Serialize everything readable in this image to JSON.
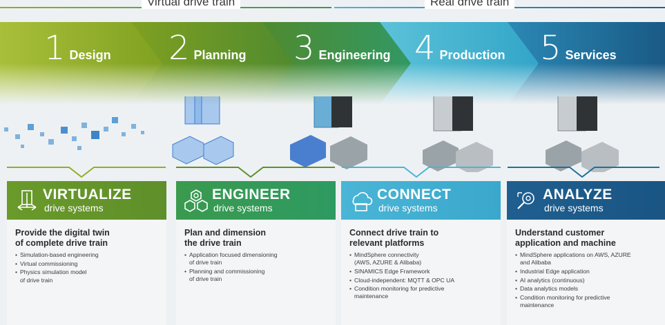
{
  "top": {
    "left_label": "Virtual drive train",
    "right_label": "Real drive train"
  },
  "colors": {
    "design": "#87a51a",
    "planning": "#5f8f2a",
    "engineering": "#3b9460",
    "production": "#35acc7",
    "services": "#1f6f9c",
    "virtualize": "#5f8f2a",
    "engineer": "#3a9a4e",
    "connect": "#4ab5d6",
    "analyze": "#1f5f8f"
  },
  "stages": [
    {
      "number": "1",
      "label": "Design"
    },
    {
      "number": "2",
      "label": "Planning"
    },
    {
      "number": "3",
      "label": "Engineering"
    },
    {
      "number": "4",
      "label": "Production"
    },
    {
      "number": "5",
      "label": "Services"
    }
  ],
  "panels": [
    {
      "icon": "virtualize-icon",
      "title": "VIRTUALIZE",
      "subtitle": "drive systems",
      "heading": [
        "Provide the digital twin",
        "of complete drive train"
      ],
      "bullets": [
        [
          "Simulation-based engineering"
        ],
        [
          "Virtual commissioning"
        ],
        [
          "Physics simulation model",
          "of drive train"
        ]
      ]
    },
    {
      "icon": "engineer-icon",
      "title": "ENGINEER",
      "subtitle": "drive systems",
      "heading": [
        "Plan and dimension",
        "the drive train"
      ],
      "bullets": [
        [
          "Application focused dimensioning",
          "of drive train"
        ],
        [
          "Planning and commissioning",
          "of drive train"
        ]
      ]
    },
    {
      "icon": "cloud-icon",
      "title": "CONNECT",
      "subtitle": "drive systems",
      "heading": [
        "Connect drive train to",
        "relevant platforms"
      ],
      "bullets": [
        [
          "MindSphere connectivity",
          "(AWS, AZURE & Alibaba)"
        ],
        [
          "SINAMICS Edge Framework"
        ],
        [
          "Cloud-independent: MQTT & OPC UA"
        ],
        [
          "Condition monitoring for predictive",
          "maintenance"
        ]
      ]
    },
    {
      "icon": "analyze-icon",
      "title": "ANALYZE",
      "subtitle": "drive systems",
      "heading": [
        "Understand customer",
        "application and machine"
      ],
      "bullets": [
        [
          "MindSphere applications on AWS, AZURE",
          "and Alibaba"
        ],
        [
          "Industrial Edge application"
        ],
        [
          "AI analytics (continuous)"
        ],
        [
          "Data analytics models"
        ],
        [
          "Condition monitoring for predictive",
          "maintenance"
        ]
      ]
    }
  ]
}
